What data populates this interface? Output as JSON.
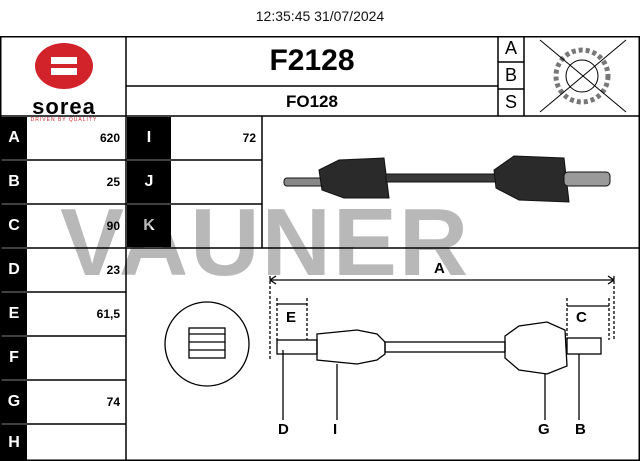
{
  "header": {
    "timestamp": "12:35:45 31/07/2024"
  },
  "brand": {
    "name": "sorea",
    "tagline": "DRIVEN BY QUALITY"
  },
  "part": {
    "number": "F2128",
    "ref": "FO128"
  },
  "abs_letters": [
    "A",
    "B",
    "S"
  ],
  "specs_left": [
    {
      "label": "A",
      "value": "620"
    },
    {
      "label": "B",
      "value": "25"
    },
    {
      "label": "C",
      "value": "90"
    },
    {
      "label": "D",
      "value": "23"
    },
    {
      "label": "E",
      "value": "61,5"
    },
    {
      "label": "F",
      "value": ""
    },
    {
      "label": "G",
      "value": "74"
    },
    {
      "label": "H",
      "value": ""
    }
  ],
  "specs_right": [
    {
      "label": "I",
      "value": "72"
    },
    {
      "label": "J",
      "value": ""
    },
    {
      "label": "K",
      "value": ""
    }
  ],
  "watermark": "VAUNER",
  "diagram_labels": {
    "A": "A",
    "C": "C",
    "E": "E",
    "D": "D",
    "I": "I",
    "G": "G",
    "B": "B"
  },
  "colors": {
    "label_bg": "#000000",
    "border": "#000000"
  }
}
